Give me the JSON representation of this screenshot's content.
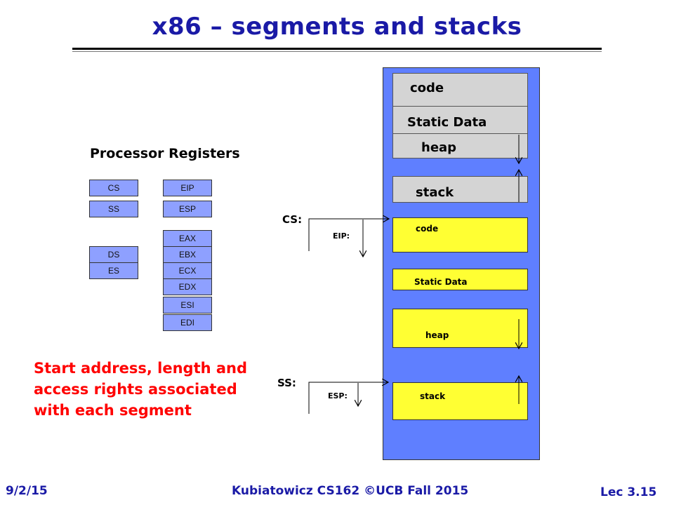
{
  "slide": {
    "title": "x86 – segments and stacks",
    "registers_heading": "Processor Registers",
    "registers": {
      "cs": "CS",
      "eip": "EIP",
      "ss": "SS",
      "esp": "ESP",
      "eax": "EAX",
      "ds": "DS",
      "ebx": "EBX",
      "es": "ES",
      "ecx": "ECX",
      "edx": "EDX",
      "esi": "ESI",
      "edi": "EDI"
    },
    "memory": {
      "code": "code",
      "static_data": "Static Data",
      "heap": "heap",
      "stack": "stack"
    },
    "segments": {
      "code": "code",
      "static_data": "Static Data",
      "heap": "heap",
      "stack": "stack"
    },
    "pointers": {
      "cs": "CS:",
      "eip": "EIP:",
      "ss": "SS:",
      "esp": "ESP:"
    },
    "note": "Start address, length and access rights associated with each segment",
    "footer": {
      "date": "9/2/15",
      "course": "Kubiatowicz CS162 ©UCB Fall 2015",
      "lecture": "Lec 3.15"
    },
    "colors": {
      "title": "#1a1aa6",
      "memory_column": "#5f7fff",
      "register": "#8ea0ff",
      "segment": "#ffff33",
      "note": "#ff0000"
    }
  }
}
